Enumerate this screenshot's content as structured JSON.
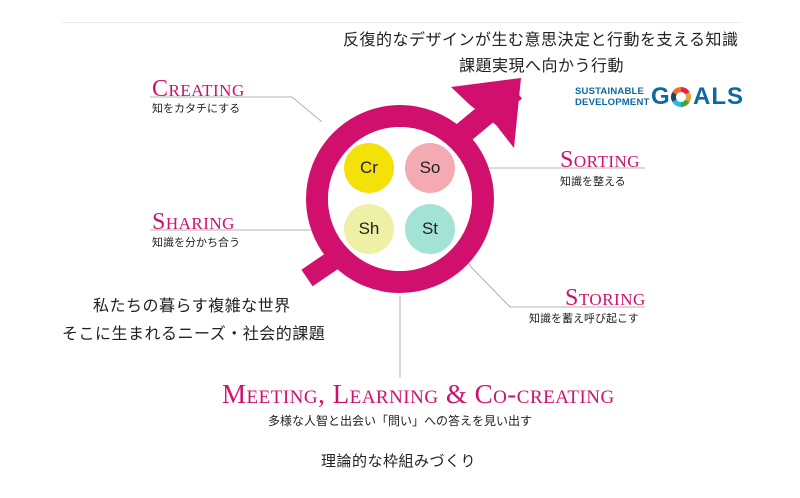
{
  "header": {
    "line1": "反復的なデザインが生む意思決定と行動を支える知識",
    "line2": "課題実現へ向かう行動"
  },
  "sdg_logo": {
    "line1": "SUSTAINABLE",
    "line2": "DEVELOPMENT",
    "goals_prefix": "G",
    "goals_suffix": "ALS"
  },
  "nodes": {
    "creating": {
      "title": "Creating",
      "subtitle": "知をカタチにする"
    },
    "sharing": {
      "title": "Sharing",
      "subtitle": "知識を分かち合う"
    },
    "sorting": {
      "title": "Sorting",
      "subtitle": "知識を整える"
    },
    "storing": {
      "title": "Storing",
      "subtitle": "知識を蓄え呼び起こす"
    }
  },
  "inner_circles": [
    {
      "label": "Cr",
      "color": "#f5e10a"
    },
    {
      "label": "So",
      "color": "#f4aab3"
    },
    {
      "label": "Sh",
      "color": "#eef0a6"
    },
    {
      "label": "St",
      "color": "#a3e3d6"
    }
  ],
  "society": {
    "line1": "私たちの暮らす複雑な世界",
    "line2": "そこに生まれるニーズ・社会的課題"
  },
  "meeting": {
    "title": "Meeting, Learning & Co-creating",
    "subtitle": "多様な人智と出会い「問い」への答えを見い出す"
  },
  "footer": {
    "text": "理論的な枠組みづくり"
  },
  "colors": {
    "accent": "#d0106c",
    "leader_line": "#9a9a9a"
  }
}
